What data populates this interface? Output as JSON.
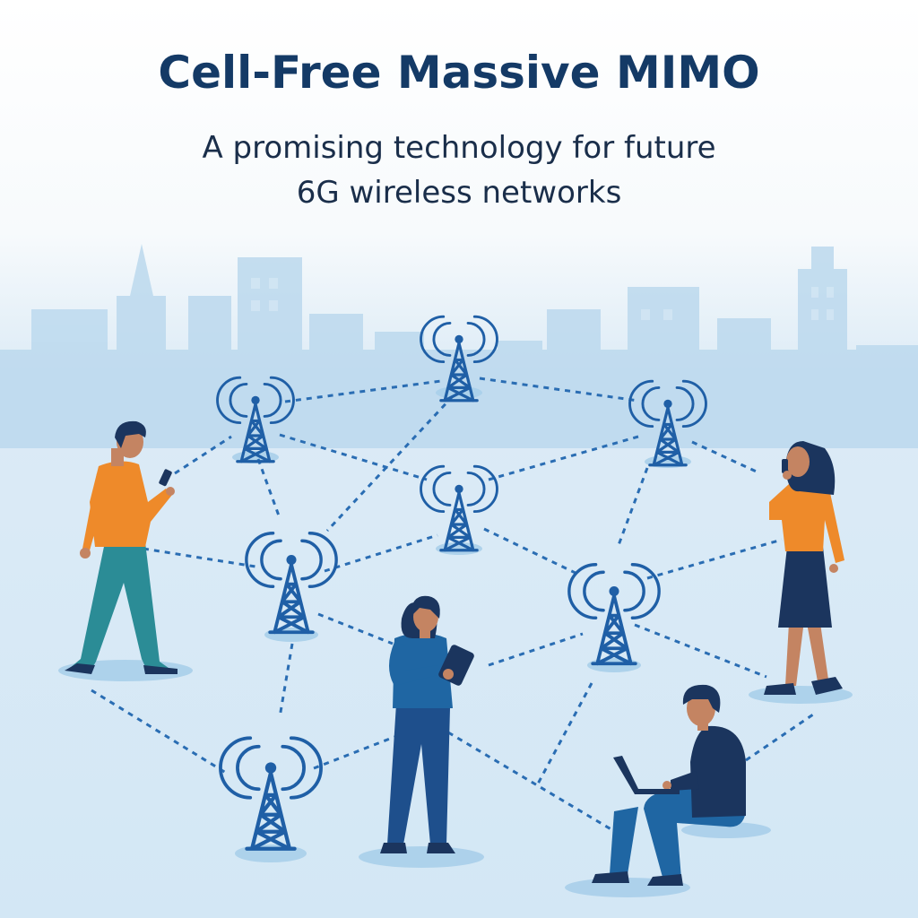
{
  "header": {
    "title": "Cell-Free Massive MIMO",
    "subtitle_line1": "A promising technology for future",
    "subtitle_line2": "6G wireless networks"
  },
  "colors": {
    "title": "#143a66",
    "tower": "#1f5fa6",
    "link": "#2a6db3",
    "skyline": "#bcd9ee",
    "shirt_orange": "#ee8a2a",
    "teal_pants": "#2b8c96",
    "navy": "#1b355e"
  },
  "icons": {
    "access_point": "antenna-tower-icon",
    "user_phone": "person-with-phone",
    "user_tablet": "person-with-tablet",
    "user_call": "person-on-call",
    "user_laptop": "person-with-laptop"
  }
}
